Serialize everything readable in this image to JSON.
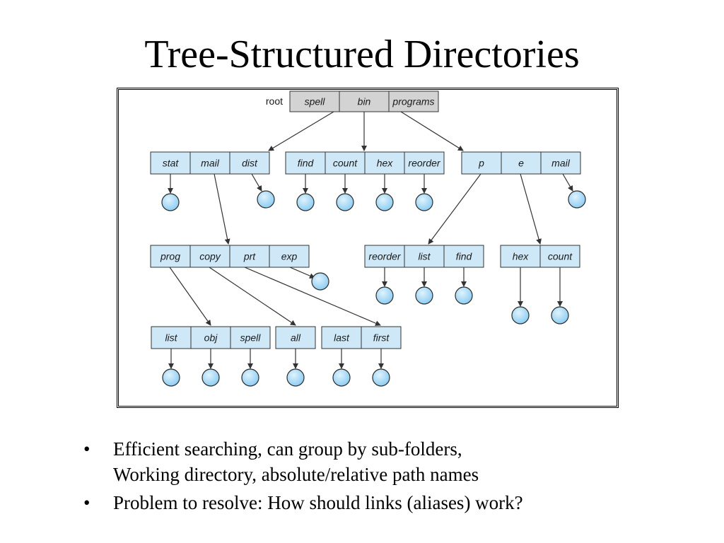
{
  "title": "Tree-Structured Directories",
  "diagram": {
    "root_label": "root",
    "nodes": {
      "root": [
        "spell",
        "bin",
        "programs"
      ],
      "d1": [
        "stat",
        "mail",
        "dist"
      ],
      "d2": [
        "find",
        "count",
        "hex",
        "reorder"
      ],
      "d3": [
        "p",
        "e",
        "mail"
      ],
      "d4": [
        "prog",
        "copy",
        "prt",
        "exp"
      ],
      "d5": [
        "reorder",
        "list",
        "find"
      ],
      "d6": [
        "hex",
        "count"
      ],
      "d7": [
        "list",
        "obj",
        "spell"
      ],
      "d8": [
        "all"
      ],
      "d9": [
        "last",
        "first"
      ]
    },
    "colors": {
      "root_fill": "#d3d3d3",
      "directory_fill": "#cfe8f7",
      "file_fill": "#a9d8f5",
      "outline": "#333333"
    }
  },
  "bullets": [
    {
      "lines": [
        "Efficient searching, can group by sub-folders,",
        "Working directory, absolute/relative path names"
      ]
    },
    {
      "lines": [
        "Problem to resolve: How should links (aliases) work?"
      ]
    }
  ]
}
